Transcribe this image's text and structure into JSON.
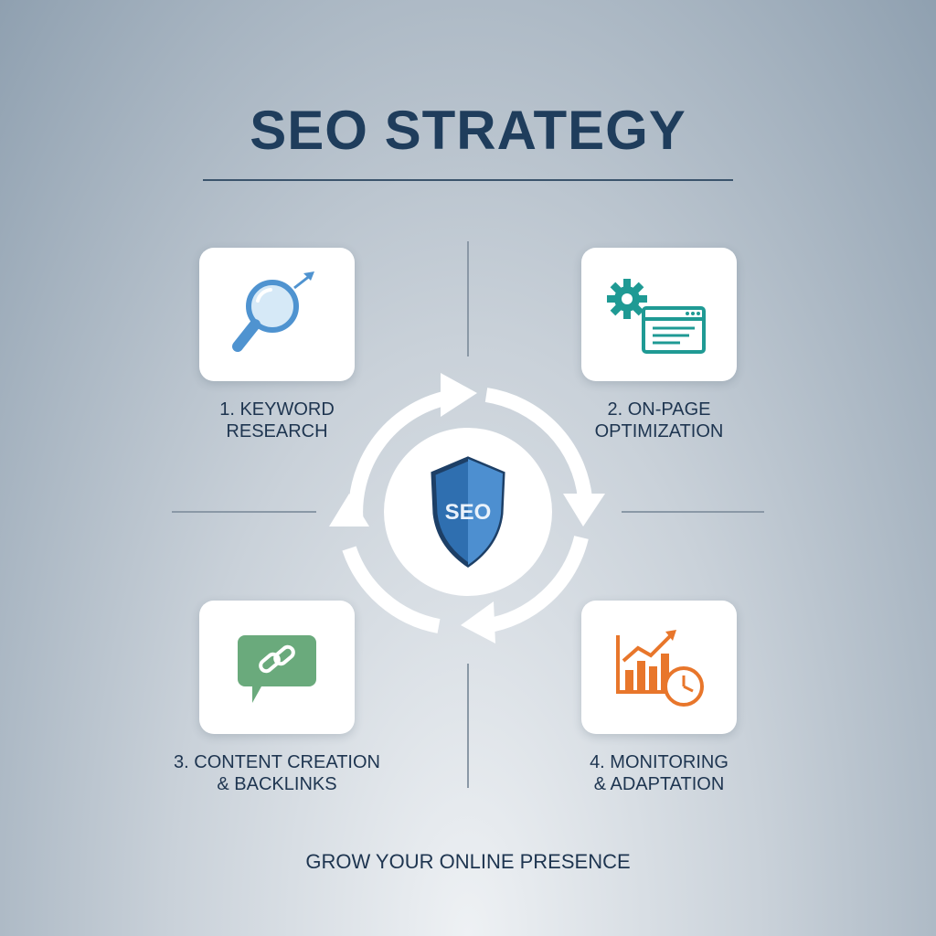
{
  "title": "SEO STRATEGY",
  "steps": [
    {
      "line1": "1. KEYWORD",
      "line2": "RESEARCH",
      "icon": "magnifier-arrow-icon",
      "color": "#4f93d0"
    },
    {
      "line1": "2. ON-PAGE",
      "line2": "OPTIMIZATION",
      "icon": "gear-webpage-icon",
      "color": "#1f9a94"
    },
    {
      "line1": "3. CONTENT CREATION",
      "line2": "& BACKLINKS",
      "icon": "link-chat-icon",
      "color": "#6aaa7c"
    },
    {
      "line1": "4. MONITORING",
      "line2": "& ADAPTATION",
      "icon": "chart-clock-icon",
      "color": "#e8762b"
    }
  ],
  "center": {
    "badge_text": "SEO",
    "icon": "shield-icon",
    "color": "#2f6fb0"
  },
  "footer": "GROW YOUR ONLINE PRESENCE"
}
